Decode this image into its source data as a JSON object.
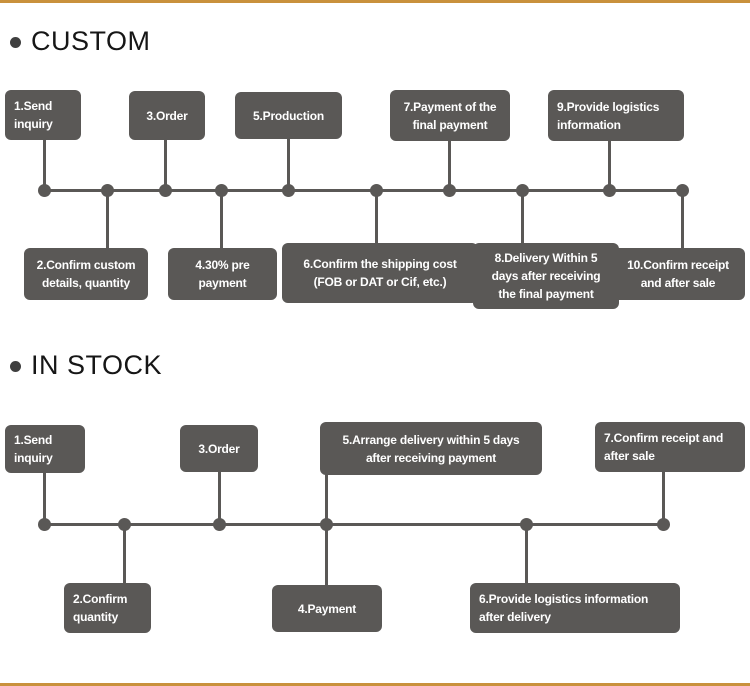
{
  "theme": {
    "box_bg": "#5a5856",
    "line_color": "#5a5856",
    "accent": "#c9913c",
    "title_color": "#161616",
    "box_text": "#ffffff"
  },
  "custom": {
    "title": "CUSTOM",
    "steps": [
      "1.Send inquiry",
      "2.Confirm custom details, quantity",
      "3.Order",
      "4.30% pre payment",
      "5.Production",
      "6.Confirm the shipping cost (FOB or DAT or Cif, etc.)",
      "7.Payment of the final payment",
      "8.Delivery Within 5 days after receiving the final payment",
      "9.Provide logistics information",
      "10.Confirm receipt and after sale"
    ]
  },
  "instock": {
    "title": "IN STOCK",
    "steps": [
      "1.Send inquiry",
      "2.Confirm quantity",
      "3.Order",
      "4.Payment",
      "5.Arrange delivery within 5 days after receiving payment",
      "6.Provide logistics information after delivery",
      "7.Confirm receipt and after sale"
    ]
  }
}
